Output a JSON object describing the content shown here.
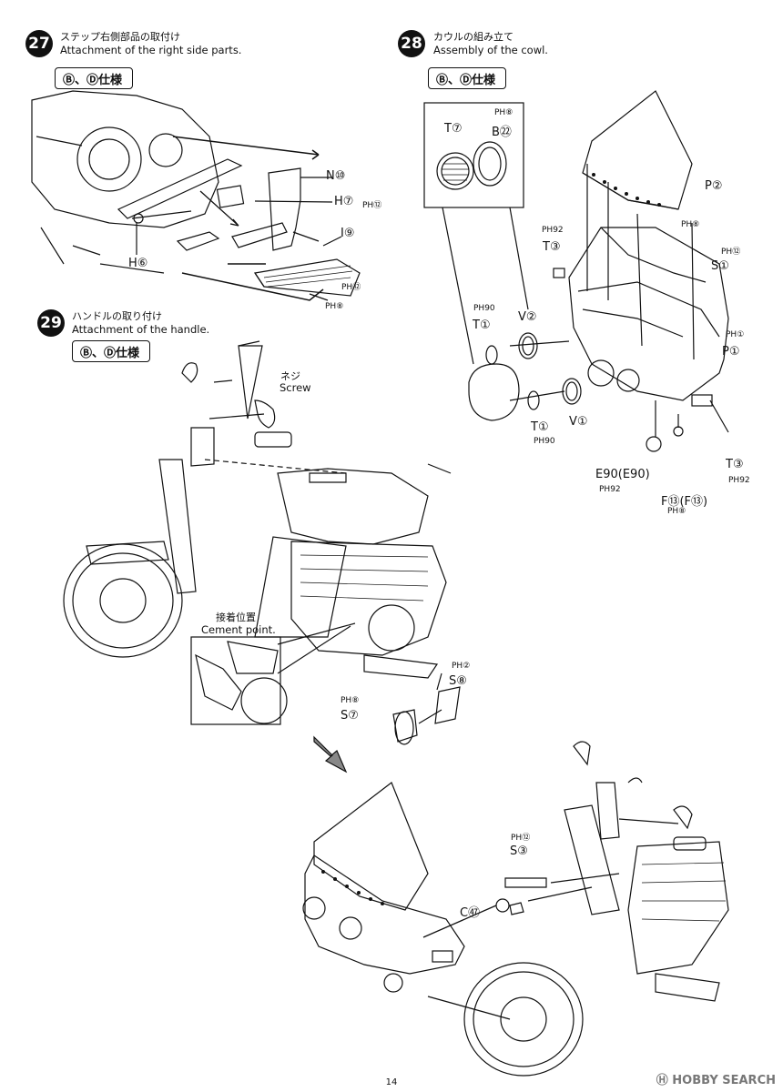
{
  "steps": [
    {
      "number": "27",
      "jp": "ステップ右側部品の取付け",
      "en": "Attachment of the right side parts.",
      "spec": "Ⓑ、Ⓓ仕様"
    },
    {
      "number": "28",
      "jp": "カウルの組み立て",
      "en": "Assembly of the cowl.",
      "spec": "Ⓑ、Ⓓ仕様"
    },
    {
      "number": "29",
      "jp": "ハンドルの取り付け",
      "en": "Attachment of the handle.",
      "spec": "Ⓑ、Ⓓ仕様"
    }
  ],
  "step27_labels": {
    "n10": "N⑩",
    "h7": "H⑦",
    "h7_ph": "PH⑫",
    "i9": "I⑨",
    "i9_ph": "PH⑫",
    "ph8": "PH⑧",
    "h6": "H⑥"
  },
  "step28_labels": {
    "ph8_top": "PH⑧",
    "t7": "T⑦",
    "b22": "B㉒",
    "p2": "P②",
    "ph8_p2": "PH⑧",
    "ph92_a": "PH92",
    "t3_a": "T③",
    "ph12": "PH⑫",
    "s1": "S①",
    "ph90_a": "PH90",
    "t1_a": "T①",
    "v2": "V②",
    "ph1": "PH①",
    "p1": "P①",
    "t1_b": "T①",
    "v1": "V①",
    "ph90_b": "PH90",
    "e90": "E90(E90)",
    "ph92_b": "PH92",
    "f13": "F⑬(F⑬)",
    "ph8_f": "PH⑧",
    "t3_b": "T③",
    "ph92_c": "PH92"
  },
  "step29_labels": {
    "screw_jp": "ネジ",
    "screw_en": "Screw",
    "cement_jp": "接着位置",
    "cement_en": "Cement point.",
    "ph2": "PH②",
    "s8": "S⑧",
    "ph8": "PH⑧",
    "s7": "S⑦"
  },
  "final_labels": {
    "ph12": "PH⑫",
    "s3": "S③",
    "c47": "C㊼"
  },
  "page_number": "14",
  "watermark": "Ⓗ HOBBY SEARCH"
}
